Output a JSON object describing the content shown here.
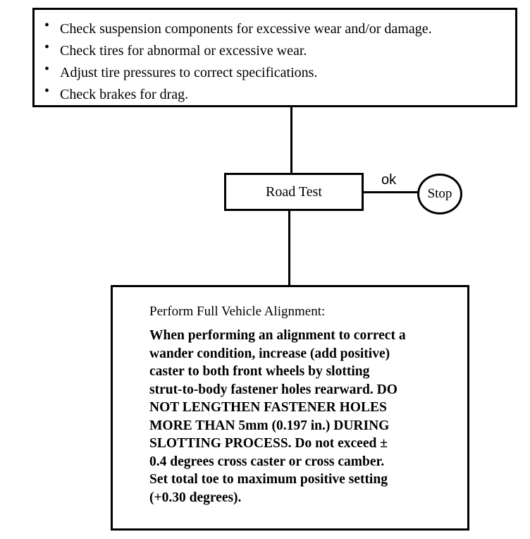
{
  "top_box": {
    "items": [
      "Check suspension components for excessive wear and/or damage.",
      "Check tires for abnormal or excessive wear.",
      "Adjust tire pressures to correct specifications.",
      "Check brakes for drag."
    ],
    "bullet": "•"
  },
  "road_test": {
    "label": "Road Test"
  },
  "ok_label": "ok",
  "stop": {
    "label": "Stop"
  },
  "alignment": {
    "title": "Perform Full Vehicle Alignment:",
    "lines": [
      "When performing an alignment to correct a",
      "wander condition, increase (add positive)",
      "caster to both front wheels by slotting",
      "strut-to-body fastener holes rearward. DO",
      "NOT LENGTHEN FASTENER HOLES",
      "MORE THAN 5mm (0.197 in.) DURING",
      "SLOTTING PROCESS. Do not exceed ±",
      "0.4 degrees cross caster or cross camber.",
      "Set total toe to maximum positive setting",
      "(+0.30 degrees)."
    ]
  }
}
